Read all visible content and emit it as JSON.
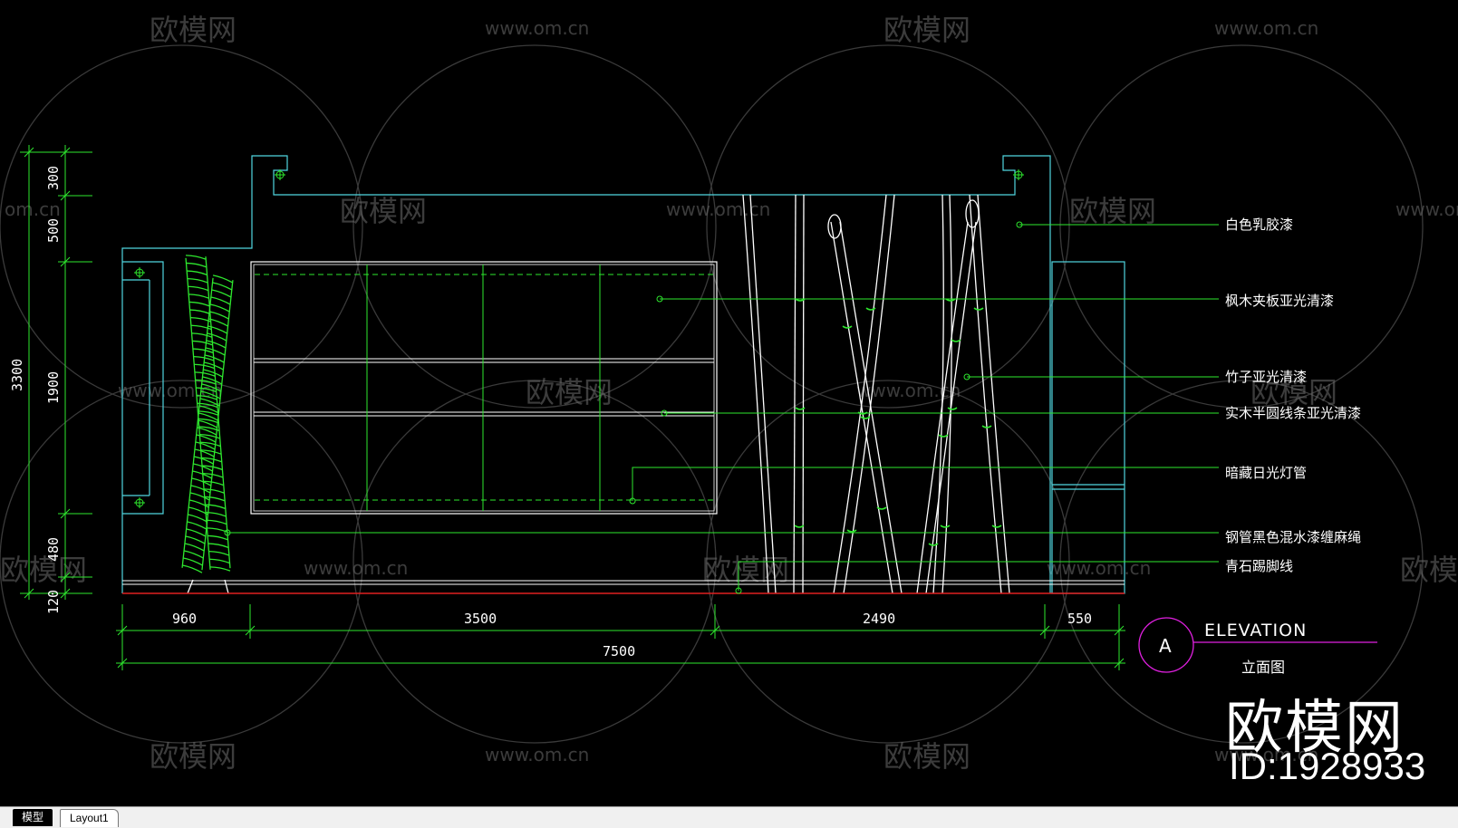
{
  "drawing": {
    "title_en": "ELEVATION",
    "title_cn": "立面图",
    "section_mark": "A",
    "vertical_dims": {
      "total": "3300",
      "parts": [
        "300",
        "500",
        "1900",
        "480",
        "120"
      ]
    },
    "horizontal_dims": {
      "parts": [
        "960",
        "3500",
        "2490",
        "550"
      ],
      "total": "7500"
    },
    "callouts": [
      "白色乳胶漆",
      "枫木夹板亚光清漆",
      "竹子亚光清漆",
      "实木半圆线条亚光清漆",
      "暗藏日光灯管",
      "钢管黑色混水漆缠麻绳",
      "青石踢脚线"
    ]
  },
  "watermark": {
    "brand": "欧模网",
    "url": "www.om.cn",
    "partial": "om.cn"
  },
  "logo": {
    "brand": "欧模网",
    "id": "ID:1928933"
  },
  "tabs": [
    {
      "label": "模型",
      "active": true
    },
    {
      "label": "Layout1",
      "active": false
    }
  ],
  "colors": {
    "background": "#000000",
    "line_cyan": "#4fd6e0",
    "line_green": "#2ee82e",
    "line_white": "#ffffff",
    "floor_red": "#e02020",
    "section_magenta": "#e020e0"
  }
}
